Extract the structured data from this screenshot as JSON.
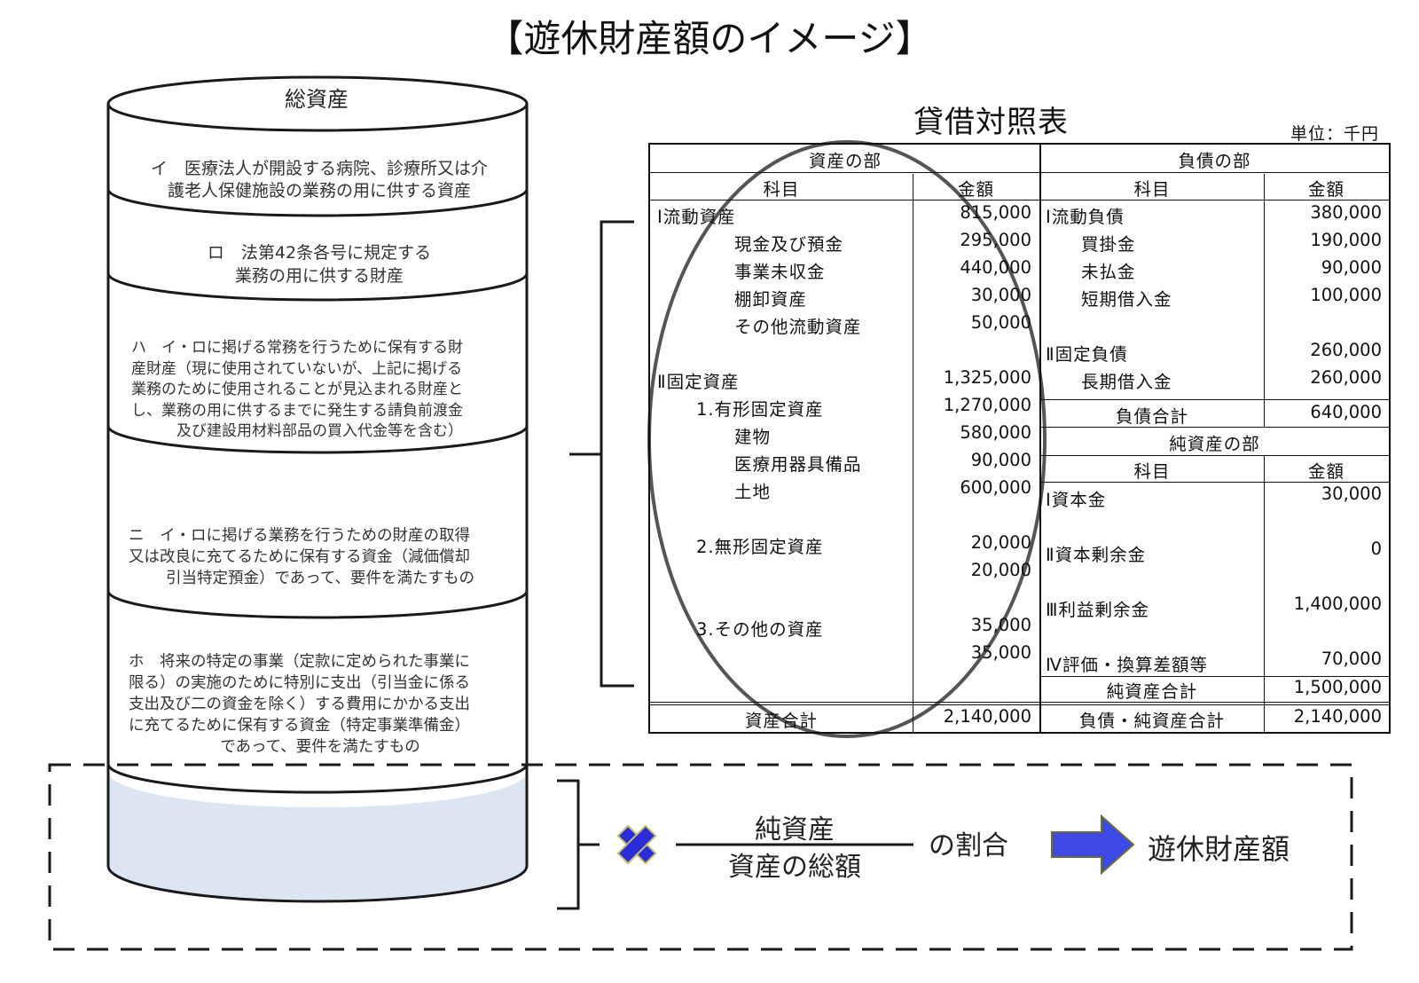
{
  "title": "【遊休財産額のイメージ】",
  "cylinder": {
    "top_label": "総資産",
    "segments": [
      {
        "lines": [
          "イ　医療法人が開設する病院、診療所又は介",
          "護老人保健施設の業務の用に供する資産"
        ]
      },
      {
        "lines": [
          "ロ　法第42条各号に規定する",
          "業務の用に供する財産"
        ]
      },
      {
        "lines": [
          "ハ　イ・ロに掲げる常務を行うために保有する財",
          "産財産（現に使用されていないが、上記に掲げる",
          "業務のために使用されることが見込まれる財産と",
          "し、業務の用に供するまでに発生する請負前渡金",
          "及び建設用材料部品の買入代金等を含む）"
        ]
      },
      {
        "lines": [
          "ニ　イ・ロに掲げる業務を行うための財産の取得",
          "又は改良に充てるために保有する資金（減価償却",
          "引当特定預金）であって、要件を満たすもの"
        ]
      },
      {
        "lines": [
          "ホ　将来の特定の事業（定款に定められた事業に",
          "限る）の実施のために特別に支出（引当金に係る",
          "支出及び二の資金を除く）する費用にかかる支出",
          "に充てるために保有する資金（特定事業準備金）",
          "であって、要件を満たすもの"
        ]
      }
    ]
  },
  "balance_sheet": {
    "title": "貸借対照表",
    "unit": "単位：千円",
    "assets_header": "資産の部",
    "liabilities_header": "負債の部",
    "col_item": "科目",
    "col_amount": "金額",
    "asset_rows": [
      {
        "item": "Ⅰ流動資産",
        "amount": "815,000"
      },
      {
        "item": "現金及び預金",
        "amount": "295,000"
      },
      {
        "item": "事業未収金",
        "amount": "440,000"
      },
      {
        "item": "棚卸資産",
        "amount": "30,000"
      },
      {
        "item": "その他流動資産",
        "amount": "50,000"
      },
      {
        "item": "",
        "amount": ""
      },
      {
        "item": "Ⅱ固定資産",
        "amount": "1,325,000"
      },
      {
        "item": "1.有形固定資産",
        "amount": "1,270,000"
      },
      {
        "item": "建物",
        "amount": "580,000"
      },
      {
        "item": "医療用器具備品",
        "amount": "90,000"
      },
      {
        "item": "土地",
        "amount": "600,000"
      },
      {
        "item": "",
        "amount": ""
      },
      {
        "item": "2.無形固定資産",
        "amount": "20,000"
      },
      {
        "item": "",
        "amount": "20,000"
      },
      {
        "item": "",
        "amount": ""
      },
      {
        "item": "3.その他の資産",
        "amount": "35,000"
      },
      {
        "item": "",
        "amount": "35,000"
      }
    ],
    "liability_rows": [
      {
        "item": "Ⅰ流動負債",
        "amount": "380,000"
      },
      {
        "item": "買掛金",
        "amount": "190,000"
      },
      {
        "item": "未払金",
        "amount": "90,000"
      },
      {
        "item": "短期借入金",
        "amount": "100,000"
      },
      {
        "item": "",
        "amount": ""
      },
      {
        "item": "Ⅱ固定負債",
        "amount": "260,000"
      },
      {
        "item": "長期借入金",
        "amount": "260,000"
      }
    ],
    "liabilities_total": {
      "item": "負債合計",
      "amount": "640,000"
    },
    "net_assets_header": "純資産の部",
    "net_rows": [
      {
        "item": "Ⅰ資本金",
        "amount": "30,000"
      },
      {
        "item": "",
        "amount": ""
      },
      {
        "item": "Ⅱ資本剰余金",
        "amount": "0"
      },
      {
        "item": "",
        "amount": ""
      },
      {
        "item": "Ⅲ利益剰余金",
        "amount": "1,400,000"
      },
      {
        "item": "",
        "amount": ""
      },
      {
        "item": "Ⅳ評価・換算差額等",
        "amount": "70,000"
      }
    ],
    "net_total": {
      "item": "純資産合計",
      "amount": "1,500,000"
    },
    "assets_total": {
      "item": "資産合計",
      "amount": "2,140,000"
    },
    "grand_total": {
      "item": "負債・純資産合計",
      "amount": "2,140,000"
    }
  },
  "formula": {
    "numerator": "純資産",
    "denominator": "資産の総額",
    "ratio_label": "の割合",
    "result": "遊休財産額"
  },
  "colors": {
    "cylinder_fill": "#dce6f2",
    "arrow_fill": "#3f49e8",
    "multiply_fill": "#2b2bd9",
    "multiply_outline": "#c2c26a"
  }
}
